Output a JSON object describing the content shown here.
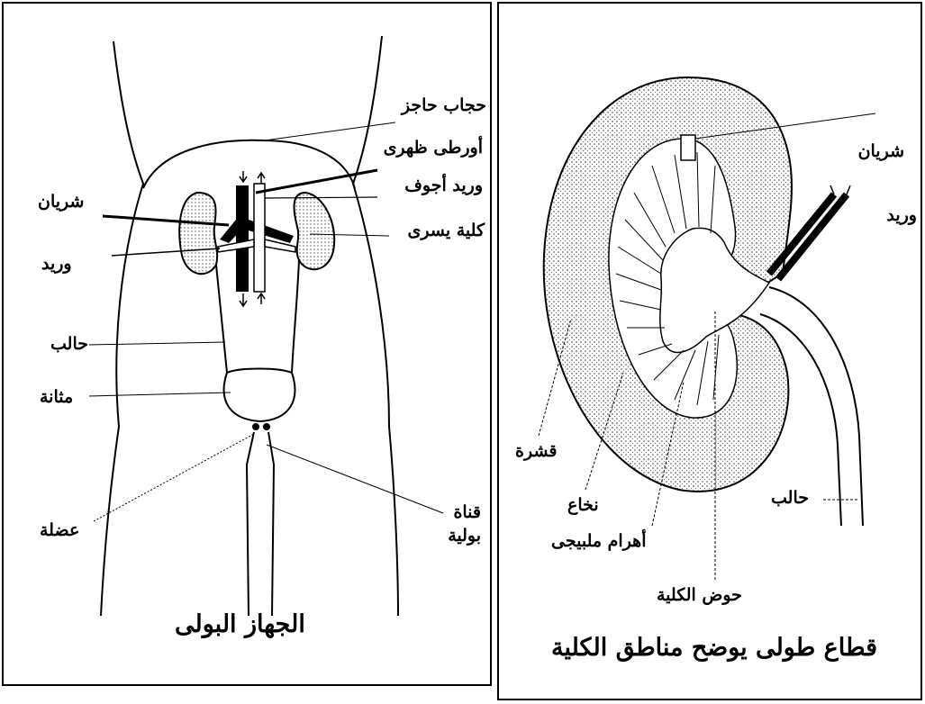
{
  "urinary_system": {
    "title": "الجهاز البولى",
    "labels": {
      "diaphragm": "حجاب حاجز",
      "dorsal_aorta": "أورطى ظهرى",
      "vena_cava": "وريد أجوف",
      "left_kidney": "كلية يسرى",
      "artery": "شريان",
      "vein": "وريد",
      "ureter": "حالب",
      "bladder": "مثانة",
      "urethra_line1": "قناة",
      "urethra_line2": "بولية",
      "muscle": "عضلة"
    }
  },
  "kidney_section": {
    "title": "قطاع طولى يوضح مناطق الكلية",
    "labels": {
      "artery": "شريان",
      "vein": "وريد",
      "cortex": "قشرة",
      "medulla": "نخاع",
      "pyramids": "أهرام ملبيجى",
      "pelvis": "حوض الكلية",
      "ureter": "حالب"
    }
  },
  "colors": {
    "ink": "#000000",
    "stipple": "#6b6b6b",
    "paper": "#ffffff"
  }
}
